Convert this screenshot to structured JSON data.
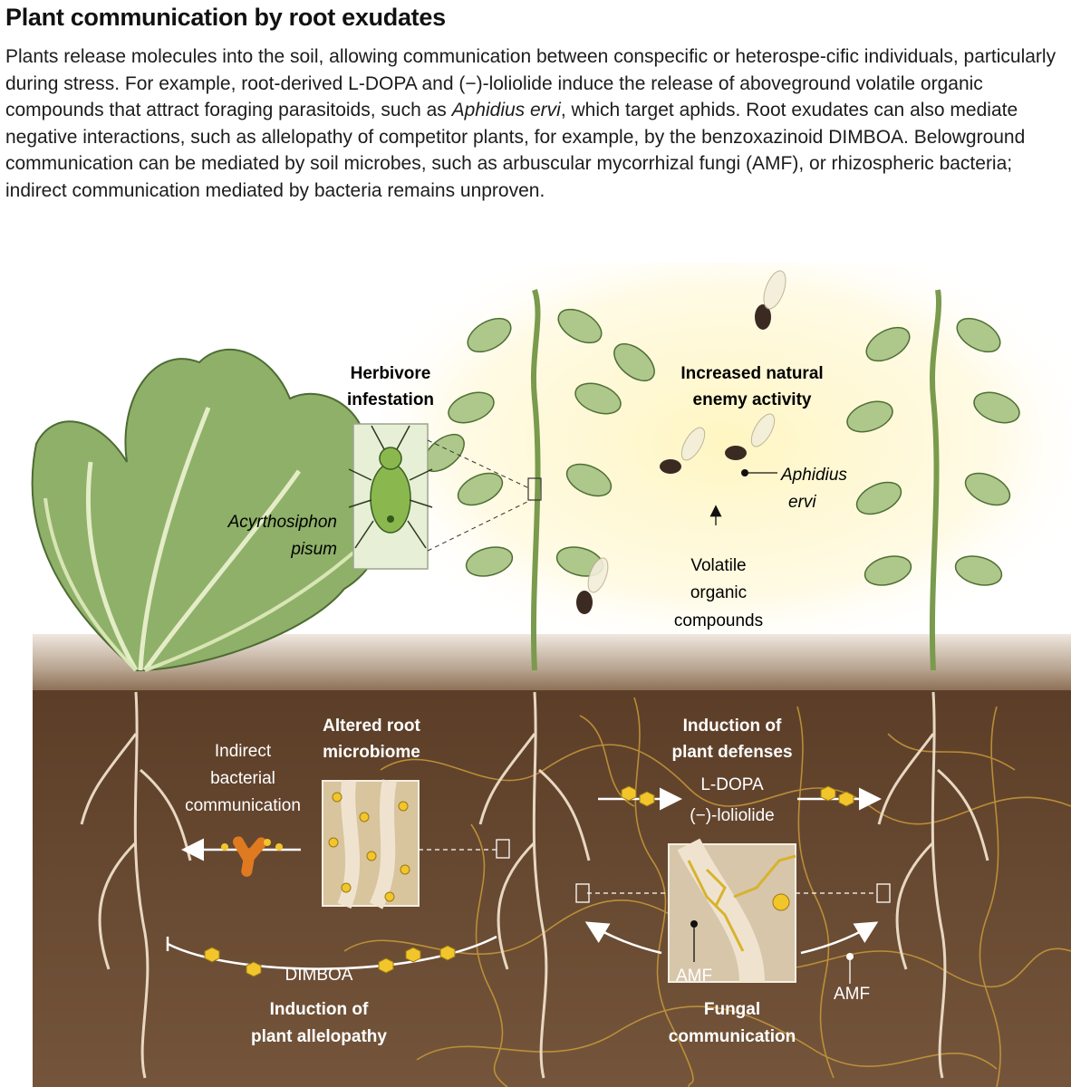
{
  "title": "Plant communication by root exudates",
  "caption": {
    "part1": "Plants release molecules into the soil, allowing communication between conspecific or heterospe-cific individuals, particularly during stress. For example, root-derived ",
    "ldopa_l": "L",
    "part2": "-DOPA and (−)-loliolide induce the release of aboveground volatile organic compounds that attract foraging parasitoids, such as ",
    "species": "Aphidius ervi",
    "part3": ", which target aphids. Root exudates can also mediate negative interactions, such as allelopathy of competitor plants, for example, by the benzoxazinoid DIMBOA. Belowground communication can be mediated by soil microbes, such as arbuscular mycorrhizal fungi (AMF), or rhizospheric bacteria; indirect communication mediated by bacteria remains unproven."
  },
  "labels": {
    "herbivore_line1": "Herbivore",
    "herbivore_line2": "infestation",
    "enemy_line1": "Increased natural",
    "enemy_line2": "enemy activity",
    "aphid_line1": "Acyrthosiphon",
    "aphid_line2": "pisum",
    "wasp_line1": "Aphidius",
    "wasp_line2": "ervi",
    "voc_line1": "Volatile",
    "voc_line2": "organic",
    "voc_line3": "compounds",
    "microbiome_line1": "Altered root",
    "microbiome_line2": "microbiome",
    "indirect_line1": "Indirect",
    "indirect_line2": "bacterial",
    "indirect_line3": "communication",
    "defense_line1": "Induction of",
    "defense_line2": "plant defenses",
    "ldopa": "L-DOPA",
    "loliolide": "(−)-loliolide",
    "dimboa": "DIMBOA",
    "allelopathy_line1": "Induction of",
    "allelopathy_line2": "plant allelopathy",
    "amf_inset": "AMF",
    "amf_right": "AMF",
    "fungal_line1": "Fungal",
    "fungal_line2": "communication"
  },
  "colors": {
    "soil": "#6b4a32",
    "soil_surface": "#c9b8a8",
    "leaf_light": "#b9cc8a",
    "leaf_dark": "#6f9a54",
    "glow": "#fff4b0",
    "fungal": "#d9a93a",
    "molecule": "#f2c52a",
    "root": "#e8d7c2"
  }
}
